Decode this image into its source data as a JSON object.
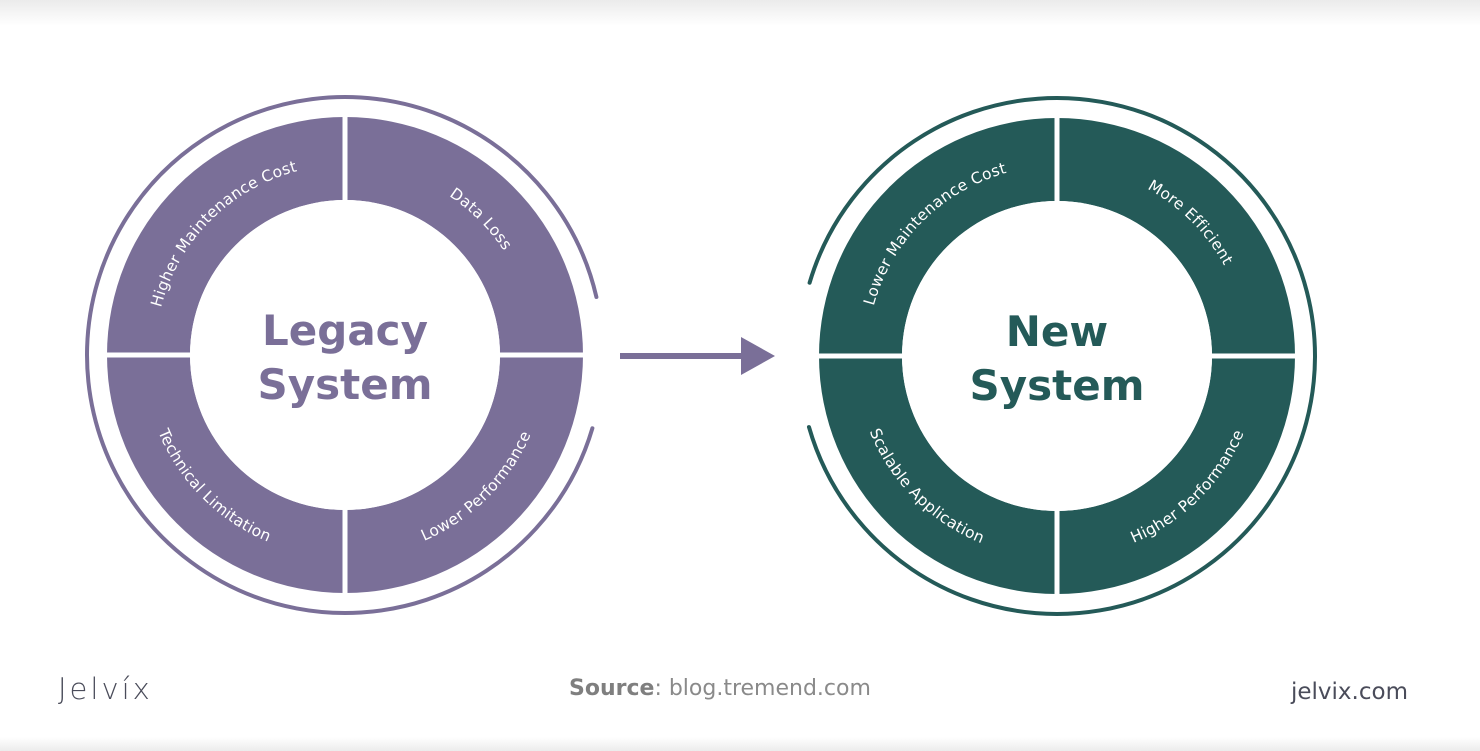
{
  "diagram": {
    "legacy": {
      "title_line1": "Legacy",
      "title_line2": "System",
      "color": "#7a6f98",
      "segments": [
        {
          "label": "Higher Maintenance Cost",
          "quadrant": "top-left"
        },
        {
          "label": "Data Loss",
          "quadrant": "top-right"
        },
        {
          "label": "Lower Performance",
          "quadrant": "bottom-right"
        },
        {
          "label": "Technical Limitation",
          "quadrant": "bottom-left"
        }
      ],
      "outer_ring_gap_side": "right"
    },
    "arrow": {
      "direction": "right",
      "color": "#7a6f98"
    },
    "new": {
      "title_line1": "New",
      "title_line2": "System",
      "color": "#245a58",
      "segments": [
        {
          "label": "Lower Maintenance Cost",
          "quadrant": "top-left"
        },
        {
          "label": "More Efficient",
          "quadrant": "top-right"
        },
        {
          "label": "Higher Performance",
          "quadrant": "bottom-right"
        },
        {
          "label": "Scalable Application",
          "quadrant": "bottom-left"
        }
      ],
      "outer_ring_gap_side": "left"
    }
  },
  "footer": {
    "brand": "Jelvíx",
    "source_label": "Source",
    "source_value": ": blog.tremend.com",
    "site": "jelvix.com"
  }
}
